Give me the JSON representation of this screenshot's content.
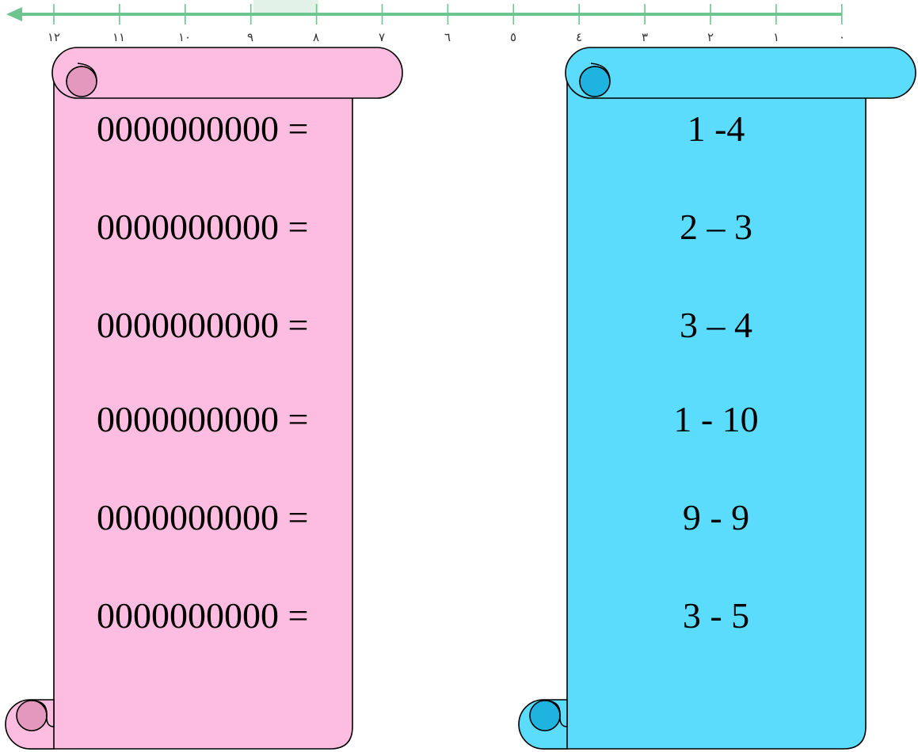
{
  "number_line": {
    "tick_labels": [
      "١٢",
      "١١",
      "١٠",
      "٩",
      "٨",
      "٧",
      "٦",
      "٥",
      "٤",
      "٣",
      "٢",
      "١",
      "٠"
    ],
    "highlight_range": [
      8,
      9
    ],
    "line_color": "#6cc48f",
    "highlight_color": "#e3f2e8"
  },
  "left_scroll": {
    "color": "#fdbde0",
    "curl_color": "#e598bd",
    "rows": [
      "0000000000 =",
      "0000000000 =",
      "0000000000 =",
      "0000000000 =",
      "0000000000 =",
      "0000000000 ="
    ]
  },
  "right_scroll": {
    "color": "#5bdcfd",
    "curl_color": "#1fb4e0",
    "rows": [
      "1 -4",
      "2 – 3",
      "3 – 4",
      "1 - 10",
      "9 - 9",
      "3 - 5"
    ]
  }
}
